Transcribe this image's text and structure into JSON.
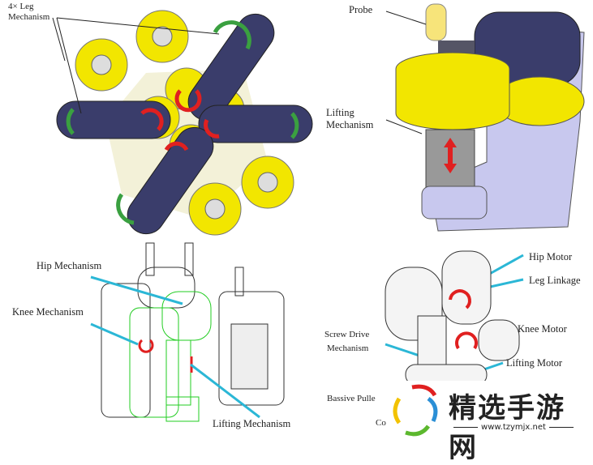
{
  "panels": {
    "top_left": {
      "label_line1": "4× Leg",
      "label_line2": "Mechanism"
    },
    "top_right": {
      "probe": "Probe",
      "lifting_line1": "Lifting",
      "lifting_line2": "Mechanism"
    },
    "bottom_left": {
      "hip": "Hip Mechanism",
      "knee": "Knee Mechanism",
      "lifting": "Lifting Mechanism"
    },
    "bottom_right": {
      "hip_motor": "Hip Motor",
      "leg_linkage": "Leg Linkage",
      "knee_motor": "Knee Motor",
      "screw_line1": "Screw Drive",
      "screw_line2": "Mechanism",
      "lifting_motor": "Lifting Motor",
      "passive_pulley": "Bassive Pulle",
      "co": "Co"
    }
  },
  "watermark": {
    "title": "精选手游网",
    "url": "www.tzymjx.net"
  },
  "colors": {
    "leg": "#3a3d6b",
    "yellow": "#f2e600",
    "arrow_red": "#e02020",
    "arrow_green": "#3aa040",
    "callout": "#2bb7d6",
    "wire_green": "#22cc22"
  }
}
